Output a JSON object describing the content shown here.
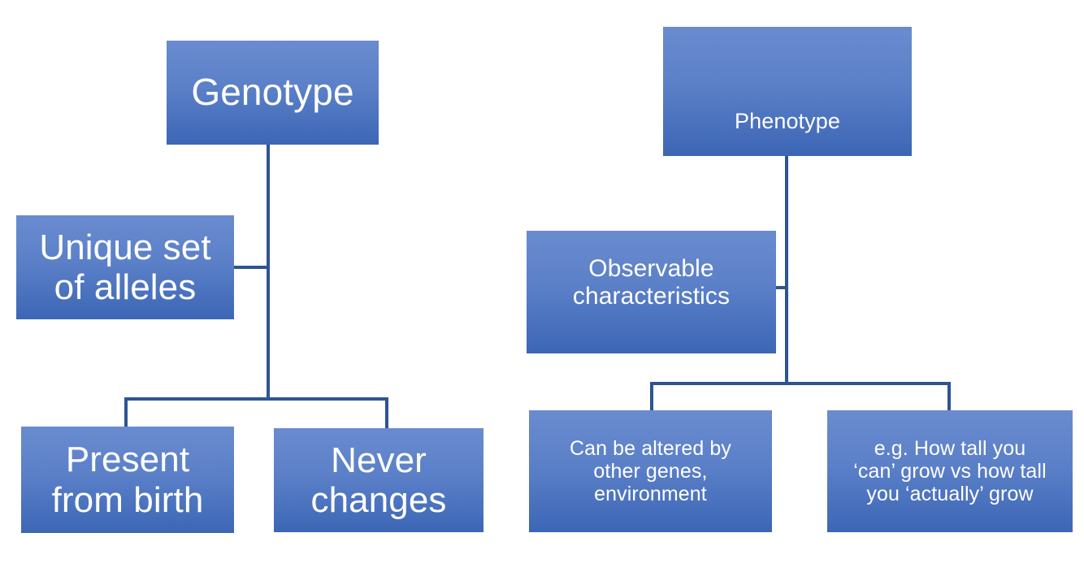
{
  "diagram": {
    "title": "Genotype vs Phenotype concept map",
    "accent_color": "#2E5496",
    "box_fill_top": "#6A8BCF",
    "box_fill_bottom": "#3C66B5",
    "text_color": "#FFFFFF",
    "background_color": "#FFFFFF"
  },
  "left_group": {
    "root": {
      "label": "Genotype"
    },
    "children": [
      {
        "label": "Unique set\nof alleles"
      },
      {
        "label": "Present\nfrom birth"
      },
      {
        "label": "Never\nchanges"
      }
    ]
  },
  "right_group": {
    "root": {
      "label": "Phenotype"
    },
    "children": [
      {
        "label": "Observable\ncharacteristics"
      },
      {
        "label": "Can be altered by\nother genes,\nenvironment"
      },
      {
        "label": "e.g. How tall you\n‘can’ grow vs how tall\nyou ‘actually’ grow"
      }
    ]
  }
}
